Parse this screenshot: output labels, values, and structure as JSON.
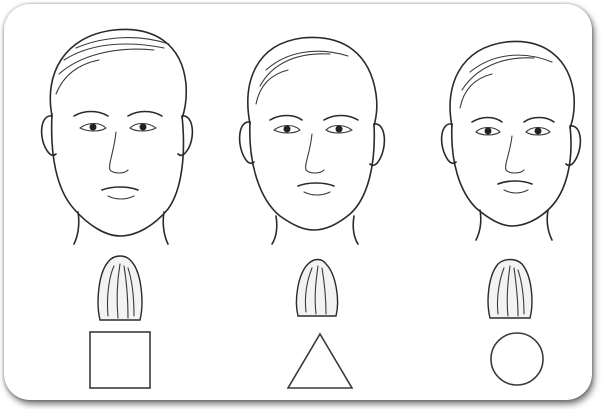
{
  "figure": {
    "columns": [
      {
        "id": "col-1",
        "shape": "square",
        "tooth_icon": "tooth-icon",
        "face_icon": "face-icon"
      },
      {
        "id": "col-2",
        "shape": "triangle",
        "tooth_icon": "tooth-icon",
        "face_icon": "face-icon"
      },
      {
        "id": "col-3",
        "shape": "circle",
        "tooth_icon": "tooth-icon",
        "face_icon": "face-icon"
      }
    ]
  },
  "colors": {
    "line": "#2a2a2a",
    "background": "#ffffff",
    "frame_shadow": "#000000"
  }
}
